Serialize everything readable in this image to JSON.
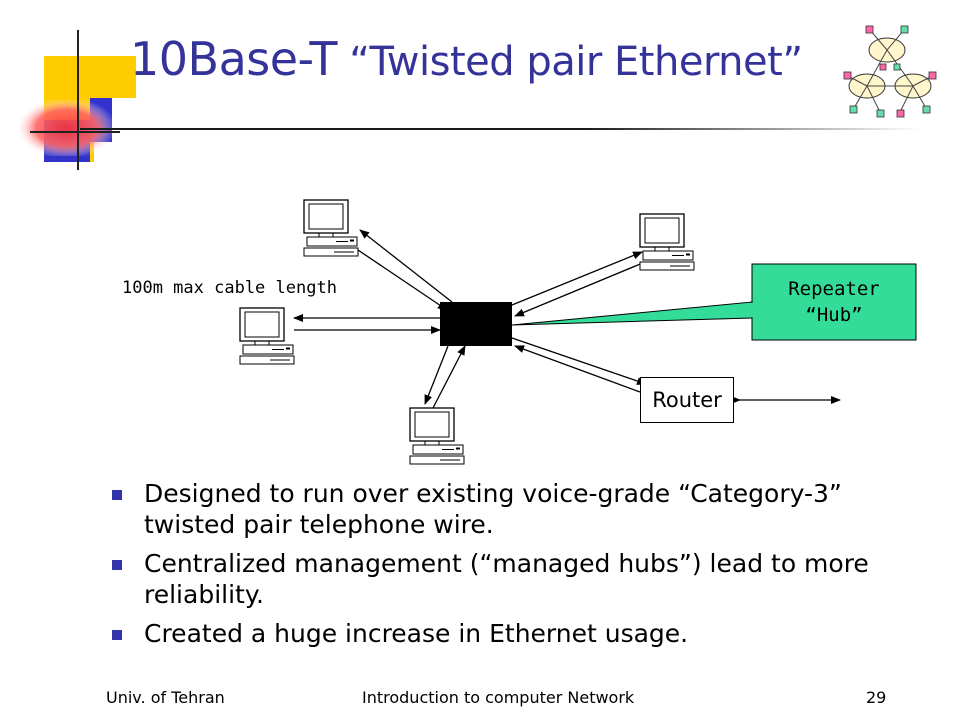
{
  "slide": {
    "title_main": "10Base-T",
    "title_sub": " “Twisted pair Ethernet”"
  },
  "diagram": {
    "cable_label": "100m max cable length",
    "callout_line1": "Repeater",
    "callout_line2": "“Hub”",
    "router_label": "Router"
  },
  "bullets": [
    "Designed to run over existing voice-grade “Category-3” twisted pair telephone wire.",
    "Centralized management (“managed hubs”) lead to more reliability.",
    "Created a huge increase in Ethernet usage."
  ],
  "footer": {
    "left": "Univ. of Tehran",
    "center": "Introduction to computer Network",
    "page_number": "29"
  },
  "colors": {
    "title": "#333399",
    "callout_fill": "#33dd99",
    "bullet": "#3333aa",
    "hub": "#000000"
  }
}
